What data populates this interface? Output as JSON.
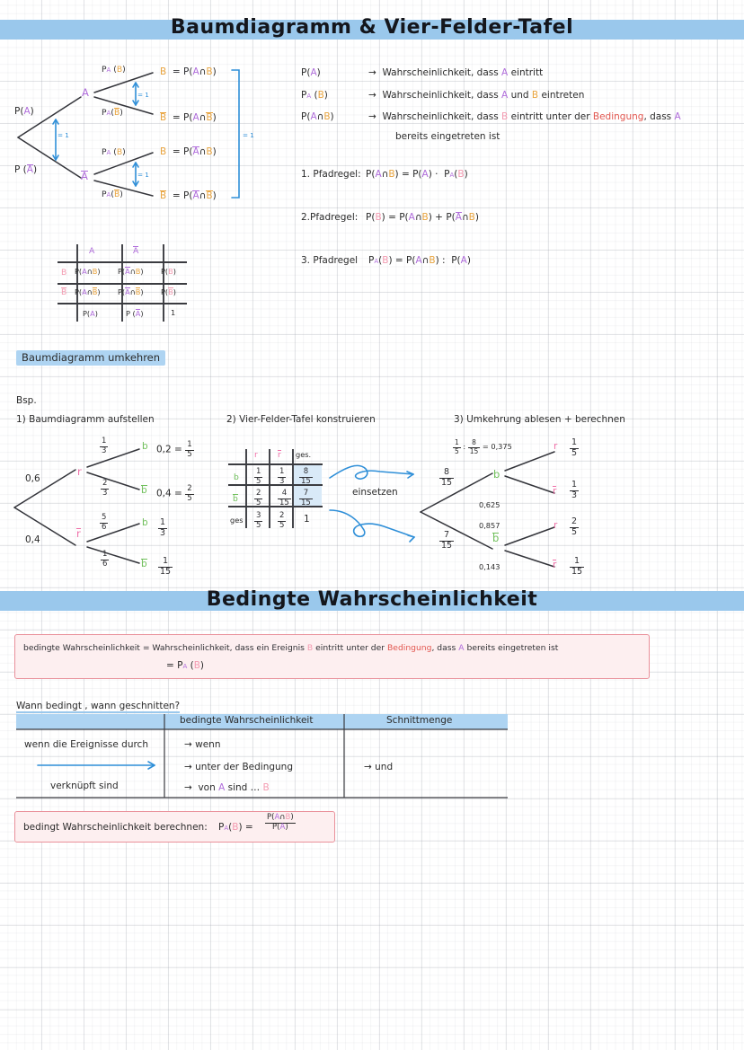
{
  "page": {
    "bg": "#ffffff",
    "grid_color": "#969baa",
    "banner_color": "#9ac8ec",
    "accent_pink": "#e9909a",
    "accent_blue": "#2f8fd8"
  },
  "sections": {
    "title1": "Baumdiagramm & Vier-Felder-Tafel",
    "title2": "Bedingte Wahrscheinlichkeit",
    "subheader_umkehren": "Baumdiagramm umkehren",
    "subheader_wann": "Wann bedingt , wann geschnitten?"
  },
  "tree_main": {
    "root_labels": {
      "upper": "P(A)",
      "lower": "P (Ā)"
    },
    "nodes": {
      "upper": "A",
      "lower": "Ā"
    },
    "branch_labels": {
      "a_upper": "Pₐ (B)",
      "a_lower": "Pₐ(B̄)",
      "abar_upper": "Pₐ (B)",
      "abar_lower": "Pₐ(B̄)"
    },
    "leaves": [
      {
        "symbol": "B",
        "equals": "= P(A∩B)"
      },
      {
        "symbol": "B̄",
        "equals": "= P(A∩B̄)"
      },
      {
        "symbol": "B",
        "equals": "= P(Ā∩B)"
      },
      {
        "symbol": "B̄",
        "equals": "= P(Ā∩B̄)"
      }
    ],
    "sum_markers": {
      "left": "= 1",
      "upper": "= 1",
      "lower": "= 1",
      "right": "= 1"
    }
  },
  "definitions": [
    {
      "term": "P(A)",
      "arrow": "→",
      "text_a": "Wahrscheinlichkeit, dass ",
      "hl1": "A",
      "text_b": " eintritt",
      "hl2": "",
      "text_c": ""
    },
    {
      "term": "Pₐ (B)",
      "arrow": "→",
      "text_a": "Wahrscheinlichkeit, dass ",
      "hl1": "A",
      "text_b": " und ",
      "hl2": "B",
      "text_c": " eintreten"
    },
    {
      "term": "P(A∩B)",
      "arrow": "→",
      "text_a": "Wahrscheinlichkeit, dass ",
      "hl1": "B",
      "text_b": " eintritt unter der ",
      "hl2": "Bedingung",
      "text_c": ", dass ",
      "hl3": "A",
      "line2": "bereits eingetreten ist"
    }
  ],
  "path_rules": [
    {
      "label": "1. Pfadregel:",
      "formula": "P(A∩B) = P(A) · Pₐ(B)"
    },
    {
      "label": "2.Pfadregel:",
      "formula": "P(B) = P(A∩B) + P(Ā∩B)"
    },
    {
      "label": "3. Pfadregel",
      "formula": "Pₐ(B) = P(A∩B) : P(A)"
    }
  ],
  "four_field_table": {
    "col_headers": [
      "",
      "A",
      "Ā",
      ""
    ],
    "rows": [
      {
        "head": "B",
        "cells": [
          "P(A∩B)",
          "P(Ā∩B)",
          "P(B)"
        ]
      },
      {
        "head": "B̄",
        "cells": [
          "P(A∩B̄)",
          "P(Ā∩B̄)",
          "P(B̄)"
        ]
      },
      {
        "head": "",
        "cells": [
          "P(A)",
          "P (Ā)",
          "1"
        ]
      }
    ]
  },
  "example": {
    "bsp_label": "Bsp.",
    "steps": [
      "1) Baumdiagramm aufstellen",
      "2) Vier-Felder-Tafel konstruieren",
      "3) Umkehrung   ablesen + berechnen"
    ],
    "einsetzen_label": "einsetzen"
  },
  "chart_data": {
    "type": "tree",
    "title": "Beispiel Baumdiagramm (1. Stufe r / r̄, 2. Stufe b / b̄)",
    "forward_tree": {
      "level1": [
        {
          "node": "r",
          "prob": "0,6"
        },
        {
          "node": "r̄",
          "prob": "0,4"
        }
      ],
      "level2": [
        {
          "parent": "r",
          "node": "b",
          "prob_num": "1",
          "prob_den": "3",
          "result_dec": "0,2",
          "result_num": "1",
          "result_den": "5"
        },
        {
          "parent": "r",
          "node": "b̄",
          "prob_num": "2",
          "prob_den": "3",
          "result_dec": "0,4",
          "result_num": "2",
          "result_den": "5"
        },
        {
          "parent": "r̄",
          "node": "b",
          "prob_num": "5",
          "prob_den": "6",
          "result_dec": "",
          "result_num": "1",
          "result_den": "3"
        },
        {
          "parent": "r̄",
          "node": "b̄",
          "prob_num": "1",
          "prob_den": "6",
          "result_dec": "",
          "result_num": "1",
          "result_den": "15"
        }
      ]
    },
    "four_field": {
      "col_headers": [
        "",
        "r",
        "r̄",
        "ges."
      ],
      "rows": [
        {
          "head": "b",
          "cells": [
            [
              "1",
              "5"
            ],
            [
              "1",
              "3"
            ],
            [
              "8",
              "15"
            ]
          ]
        },
        {
          "head": "b̄",
          "cells": [
            [
              "2",
              "5"
            ],
            [
              "4",
              "15"
            ],
            [
              "7",
              "15"
            ]
          ]
        },
        {
          "head": "ges.",
          "cells": [
            [
              "3",
              "5"
            ],
            [
              "2",
              "5"
            ],
            [
              "1",
              ""
            ]
          ]
        }
      ],
      "highlight_cells": [
        "8/15",
        "7/15"
      ]
    },
    "reversed_tree": {
      "level1": [
        {
          "node": "b",
          "prob_num": "8",
          "prob_den": "15"
        },
        {
          "node": "b̄",
          "prob_num": "7",
          "prob_den": "15"
        }
      ],
      "level2": [
        {
          "parent": "b",
          "node": "r",
          "calc": "⅕ : ⅛₁₅ = 0,375",
          "calc_num1": "1",
          "calc_den1": "5",
          "calc_num2": "8",
          "calc_den2": "15",
          "dec": "0,375",
          "frac_num": "1",
          "frac_den": "5"
        },
        {
          "parent": "b",
          "node": "r̄",
          "dec": "0,625",
          "frac_num": "1",
          "frac_den": "3"
        },
        {
          "parent": "b̄",
          "node": "r",
          "dec": "0,857",
          "frac_num": "2",
          "frac_den": "5"
        },
        {
          "parent": "b̄",
          "node": "r̄",
          "dec": "0,143",
          "frac_num": "1",
          "frac_den": "15"
        }
      ]
    }
  },
  "definition_box": {
    "line1_a": "bedingte Wahrscheinlichkeit = Wahrscheinlichkeit, dass ein Ereignis ",
    "line1_b": "B",
    "line1_c": " eintritt unter der ",
    "line1_d": "Bedingung",
    "line1_e": ", dass ",
    "line1_f": "A",
    "line1_g": " bereits eingetreten ist",
    "line2": "= Pₐ (B)"
  },
  "compare_table": {
    "headers": [
      "",
      "bedingte  Wahrscheinlichkeit",
      "Schnittmenge"
    ],
    "left_col": [
      "wenn die  Ereignisse durch",
      "",
      "verknüpft sind"
    ],
    "mid_col": [
      "→  wenn",
      "→  unter der Bedingung",
      "→  von A sind … B"
    ],
    "right_col": [
      "→  und"
    ]
  },
  "formula_box": {
    "label": "bedingt Wahrscheinlichkeit berechnen:",
    "lhs": "Pₐ(B) =",
    "num": "P(A∩B)",
    "den": "P(A)"
  }
}
